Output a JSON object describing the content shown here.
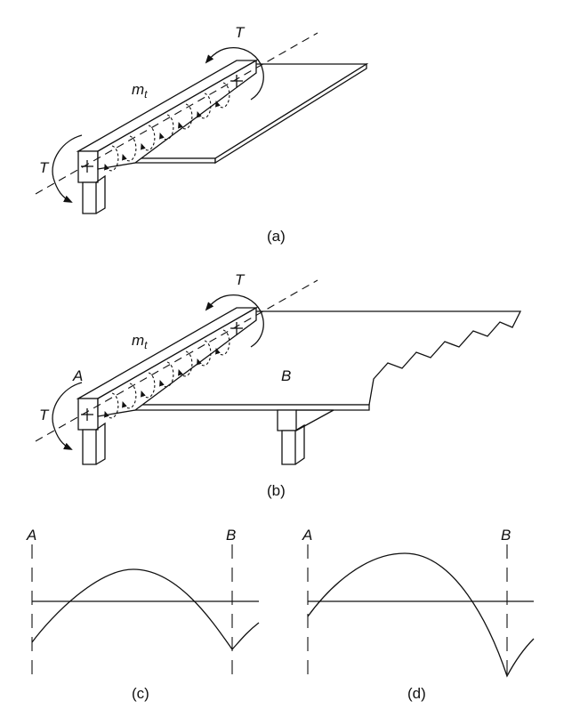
{
  "panel_a": {
    "caption": "(a)",
    "torque_top_label": "T",
    "torque_left_label": "T",
    "distributed_moment_label": "m",
    "distributed_moment_sub": "t"
  },
  "panel_b": {
    "caption": "(b)",
    "torque_top_label": "T",
    "torque_left_label": "T",
    "distributed_moment_label": "m",
    "distributed_moment_sub": "t",
    "support_a_label": "A",
    "support_b_label": "B"
  },
  "panel_c": {
    "caption": "(c)",
    "left_label": "A",
    "right_label": "B"
  },
  "panel_d": {
    "caption": "(d)",
    "left_label": "A",
    "right_label": "B"
  }
}
